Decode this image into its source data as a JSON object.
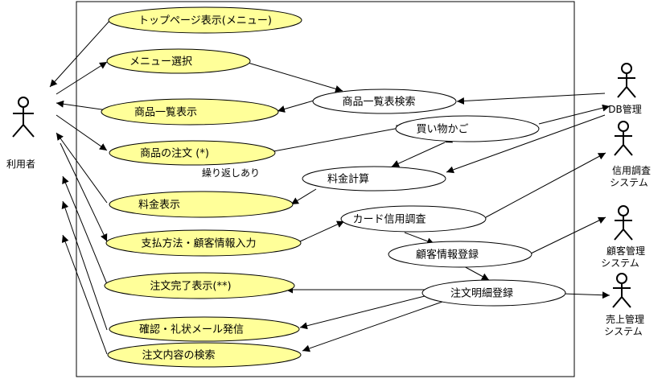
{
  "diagram": {
    "colors": {
      "yellow_fill": "#ffff99",
      "white_fill": "#ffffff",
      "stroke": "#000000"
    },
    "actors": {
      "user": {
        "label": "利用者"
      },
      "db": {
        "label": "DB管理"
      },
      "credit": {
        "label_line1": "信用調査",
        "label_line2": "システム"
      },
      "customer": {
        "label_line1": "顧客管理",
        "label_line2": "システム"
      },
      "sales": {
        "label_line1": "売上管理",
        "label_line2": "システム"
      }
    },
    "use_cases": {
      "top_page": "トップページ表示(メニュー)",
      "menu_select": "メニュー選択",
      "product_list": "商品一覧表示",
      "order": "商品の注文 (*)",
      "price_display": "料金表示",
      "payment_input": "支払方法・顧客情報入力",
      "order_complete": "注文完了表示(**)",
      "confirm_mail": "確認・礼状メール発信",
      "order_search": "注文内容の検索",
      "catalog_search": "商品一覧表検索",
      "cart": "買い物かご",
      "price_calc": "料金計算",
      "card_check": "カード信用調査",
      "customer_register": "顧客情報登録",
      "order_detail_register": "注文明細登録"
    },
    "notes": {
      "repeat": "繰り返しあり"
    }
  }
}
